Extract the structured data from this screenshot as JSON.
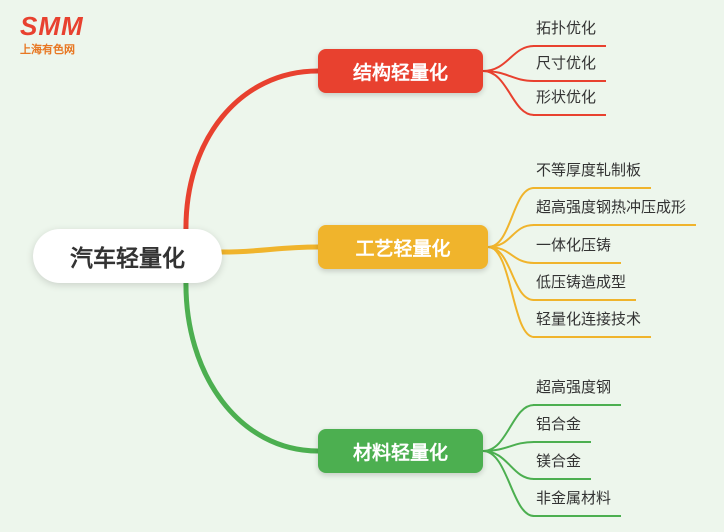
{
  "logo": {
    "brand": "SMM",
    "subtitle": "上海有色网"
  },
  "colors": {
    "bg": "#edf6ec",
    "red": "#e8412f",
    "yellow": "#f0b42c",
    "green": "#4caf50"
  },
  "root": {
    "label": "汽车轻量化"
  },
  "branches": [
    {
      "id": "structure",
      "label": "结构轻量化",
      "color": "#e8412f",
      "children": [
        "拓扑优化",
        "尺寸优化",
        "形状优化"
      ]
    },
    {
      "id": "process",
      "label": "工艺轻量化",
      "color": "#f0b42c",
      "children": [
        "不等厚度轧制板",
        "超高强度钢热冲压成形",
        "一体化压铸",
        "低压铸造成型",
        "轻量化连接技术"
      ]
    },
    {
      "id": "material",
      "label": "材料轻量化",
      "color": "#4caf50",
      "children": [
        "超高强度钢",
        "铝合金",
        "镁合金",
        "非金属材料"
      ]
    }
  ]
}
